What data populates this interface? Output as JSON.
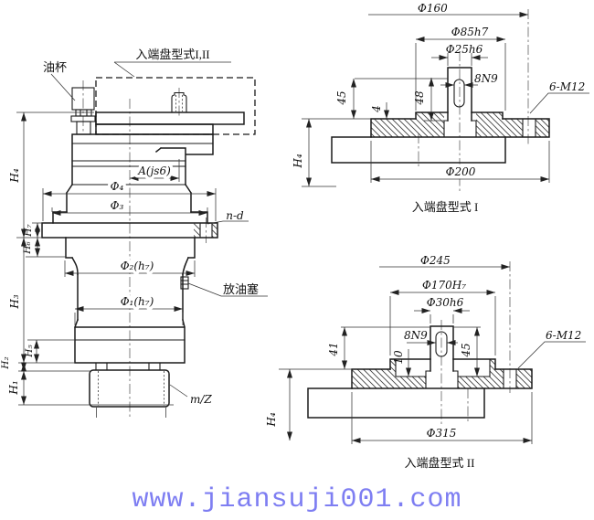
{
  "left_view": {
    "oil_cup_label": "油杯",
    "end_plate_label": "入端盘型式I,II",
    "drain_plug_label": "放油塞",
    "dims": {
      "a": "A(js6)",
      "phi4": "Φ₄",
      "phi3": "Φ₃",
      "n_d": "n-d",
      "h4": "H₄",
      "h7": "H₇",
      "h6": "H₆",
      "phi2": "Φ₂(h₇)",
      "phi1": "Φ₁(h₇)",
      "h3": "H₃",
      "h5": "H₅",
      "h2": "H₂",
      "h1": "H₁",
      "mz": "m/Z"
    }
  },
  "type1_view": {
    "caption": "入端盘型式 I",
    "dims": {
      "d160": "Φ160",
      "d85": "Φ85h7",
      "d25": "Φ25h6",
      "key": "8N9",
      "bolts": "6-M12",
      "v45": "45",
      "v4": "4",
      "v48": "48",
      "h4": "H₄",
      "d200": "Φ200"
    }
  },
  "type2_view": {
    "caption": "入端盘型式 II",
    "dims": {
      "d245": "Φ245",
      "d170": "Φ170H₇",
      "d30": "Φ30h6",
      "key": "8N9",
      "bolts": "6-M12",
      "v41": "41",
      "v10": "10",
      "v45": "45",
      "h4": "H₄",
      "d315": "Φ315"
    }
  },
  "watermark": {
    "text": "www.jiansuji001.com",
    "color": "#7e7ef2"
  }
}
